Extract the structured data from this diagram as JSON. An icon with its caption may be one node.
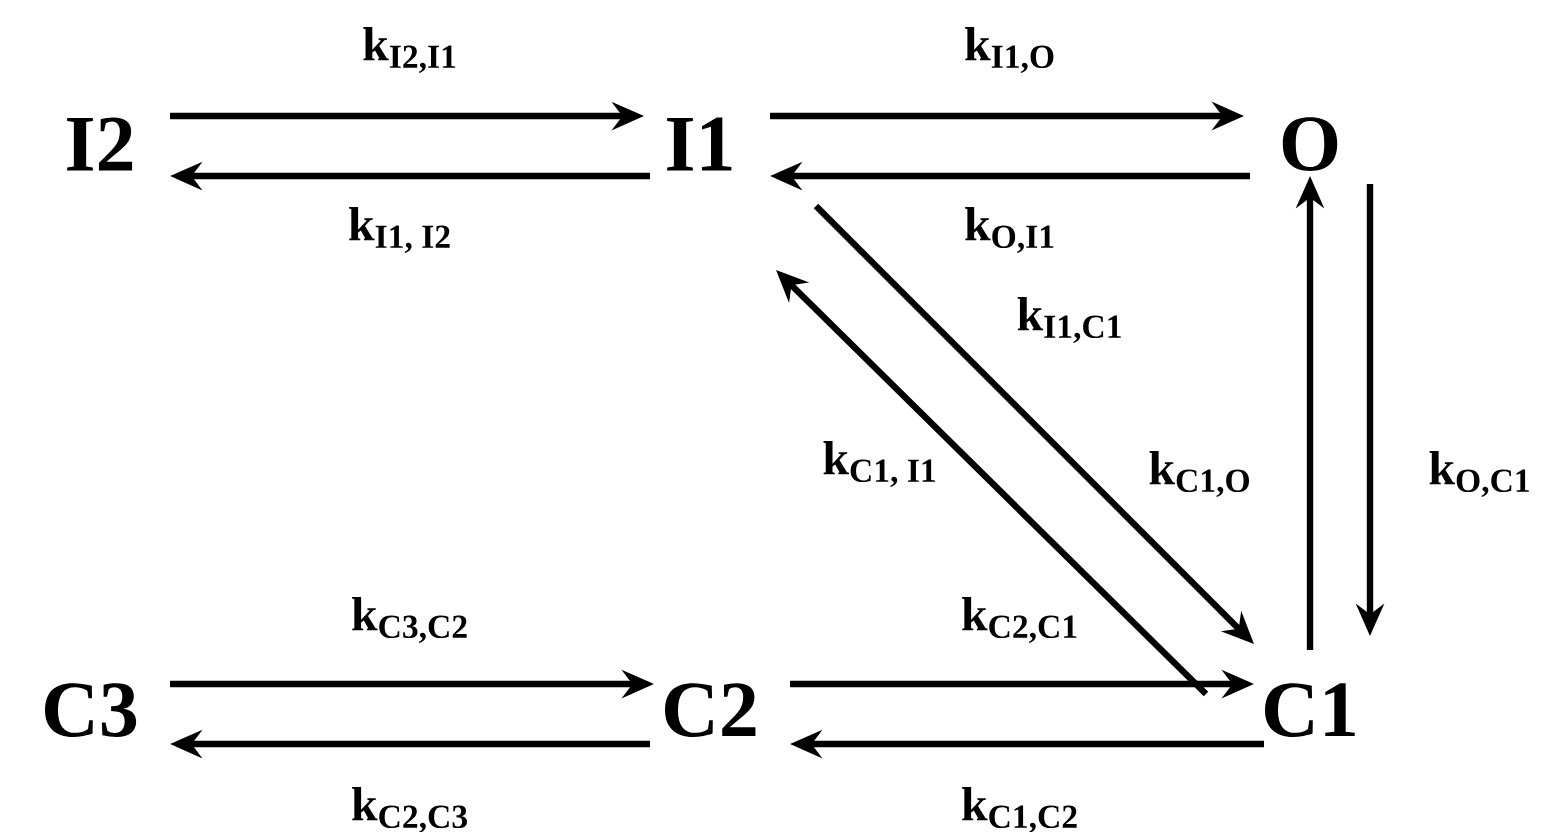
{
  "diagram": {
    "nodes": [
      {
        "text": [
          "I2"
        ]
      },
      {
        "text": [
          "I1"
        ]
      },
      {
        "text": [
          "O"
        ]
      },
      {
        "text": [
          "C3"
        ]
      },
      {
        "text": [
          "C2"
        ]
      },
      {
        "text": [
          "C1"
        ]
      }
    ],
    "edges": [
      {
        "from": 0,
        "to": 1,
        "arrow": "to",
        "label": "\\textbf{k}_{\\textbf{I2,I1}}"
      },
      {
        "from": 1,
        "to": 0,
        "arrow": "to",
        "label": "\\textbf{k}_{\\textbf{I1, I2}}"
      },
      {
        "from": 1,
        "to": 2,
        "arrow": "to",
        "label": "\\textbf{k}_{\\textbf{I1,O}}"
      },
      {
        "from": 2,
        "to": 1,
        "arrow": "to",
        "label": "\\textbf{k}_{\\textbf{O,I1}}"
      },
      {
        "from": 1,
        "to": 5,
        "arrow": "to",
        "label": "\\textbf{k}_{\\textbf{I1,C1}}"
      },
      {
        "from": 5,
        "to": 1,
        "arrow": "to",
        "label": "\\textbf{k}_{\\textbf{C1, I1}}"
      },
      {
        "from": 5,
        "to": 2,
        "arrow": "to",
        "label": "\\textbf{k}_{\\textbf{C1,O}}"
      },
      {
        "from": 2,
        "to": 5,
        "arrow": "to",
        "label": "\\textbf{k}_{\\textbf{O,C1}}"
      },
      {
        "from": 3,
        "to": 4,
        "arrow": "to",
        "label": "\\textbf{k}_{\\textbf{C3,C2}}"
      },
      {
        "from": 4,
        "to": 3,
        "arrow": "to",
        "label": "\\textbf{k}_{\\textbf{C2,C3}}"
      },
      {
        "from": 4,
        "to": 5,
        "arrow": "to",
        "label": "\\textbf{k}_{\\textbf{C2,C1}}"
      },
      {
        "from": 5,
        "to": 4,
        "arrow": "to",
        "label": "\\textbf{k}_{\\textbf{C1,C2}}"
      }
    ]
  }
}
